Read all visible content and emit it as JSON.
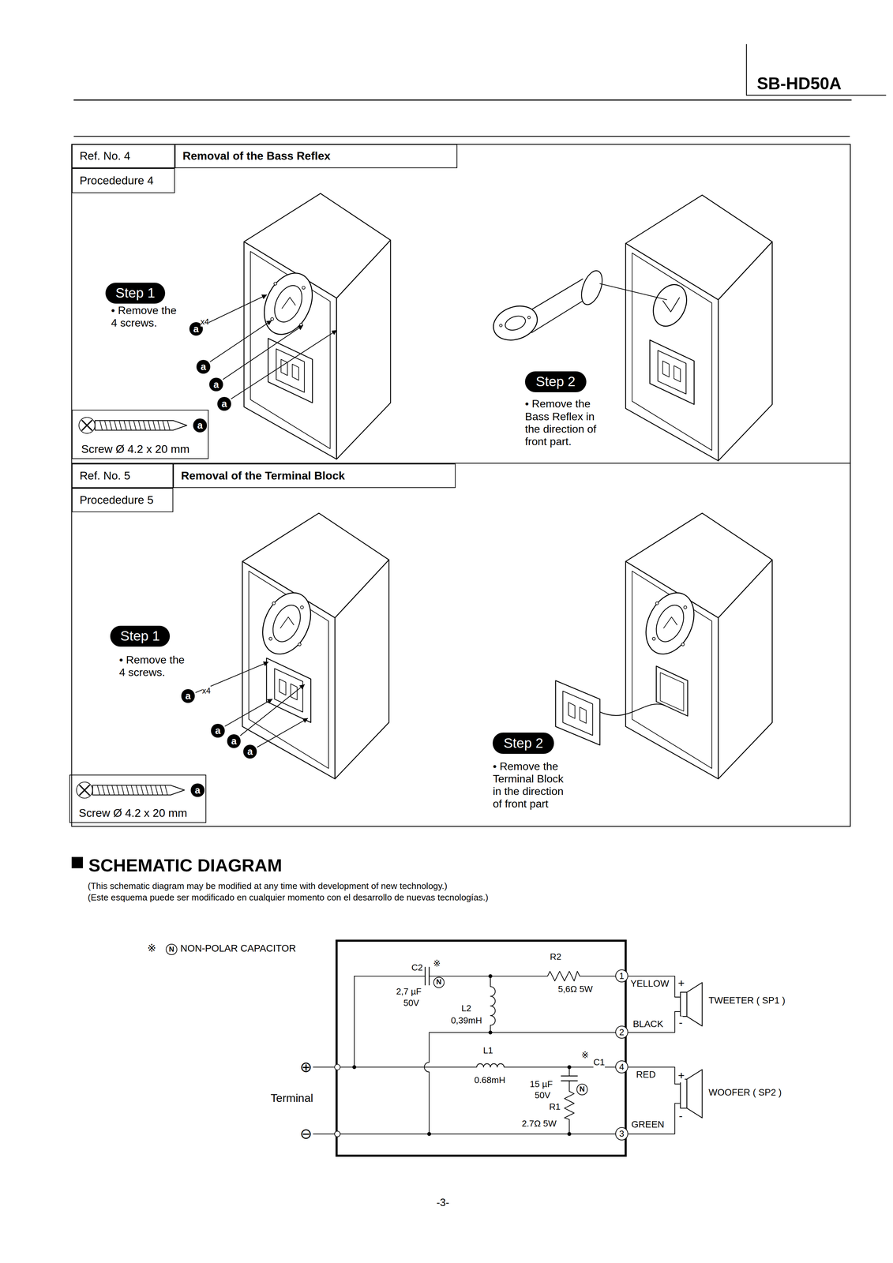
{
  "diagram": {
    "title": "SB-HD50A",
    "nodes": [
      {
        "text": [
          "Ref. No. 4"
        ]
      },
      {
        "text": [
          "Removal of the Bass Reflex"
        ]
      },
      {
        "text": [
          "Procededure 4"
        ]
      },
      {
        "text": [
          "Step 1"
        ]
      },
      {
        "text": [
          "a"
        ]
      },
      {
        "text": [
          "a"
        ]
      },
      {
        "text": [
          "a"
        ]
      },
      {
        "text": [
          "a"
        ]
      },
      {
        "text": [
          "Screw Ø 4.2 x 20 mm"
        ]
      },
      {
        "text": [
          "a"
        ],
        "in": 8
      },
      {
        "text": [
          "Step 2"
        ]
      },
      {
        "text": [
          "Ref. No. 5"
        ]
      },
      {
        "text": [
          "Removal of the Terminal Block"
        ]
      },
      {
        "text": [
          "Procededure 5"
        ]
      },
      {
        "text": [
          "Step 1"
        ]
      },
      {
        "text": [
          "a"
        ]
      },
      {
        "text": [
          "a"
        ]
      },
      {
        "text": [
          "a"
        ]
      },
      {
        "text": [
          "a"
        ]
      },
      {
        "text": [
          "Screw Ø 4.2 x 20 mm"
        ]
      },
      {
        "text": [
          "a"
        ],
        "in": 19
      },
      {
        "text": [
          "Step 2"
        ]
      },
      {
        "text": [
          "N"
        ]
      },
      {
        "text": [
          "N"
        ]
      },
      {
        "text": [
          "1"
        ]
      },
      {
        "text": [
          "2"
        ]
      },
      {
        "text": [
          "4"
        ]
      },
      {
        "text": [
          "N"
        ]
      },
      {
        "text": [
          "3"
        ]
      }
    ],
    "labels": [
      "x4",
      "• Remove the 4 screws.",
      "• Remove the Bass Reflex in the direction of front part.",
      "x4",
      "• Remove the 4 screws.",
      "• Remove the Terminal Block in the direction of front part",
      "SCHEMATIC DIAGRAM",
      "(This schematic diagram may be modified at any time with development of new technology.)",
      "(Este esquema puede ser modificado en cualquier momento con el desarrollo de nuevas tecnologías.)",
      "※",
      "C2",
      "※",
      "2,7 µF",
      "50V",
      "L2",
      "0,39mH",
      "R2",
      "5,6Ω 5W",
      "YELLOW",
      "+",
      "BLACK",
      "-",
      "TWEETER ( SP1 )",
      "⊕",
      "L1",
      "0.68mH",
      "※",
      "C1",
      "15 µF",
      "50V",
      "R1",
      "2.7Ω 5W",
      "RED",
      "+",
      "WOOFER ( SP2 )",
      "Terminal",
      "GREEN",
      "-",
      "⊖",
      "-3-"
    ],
    "legend": [
      {
        "text": "NON-POLAR CAPACITOR"
      }
    ]
  }
}
